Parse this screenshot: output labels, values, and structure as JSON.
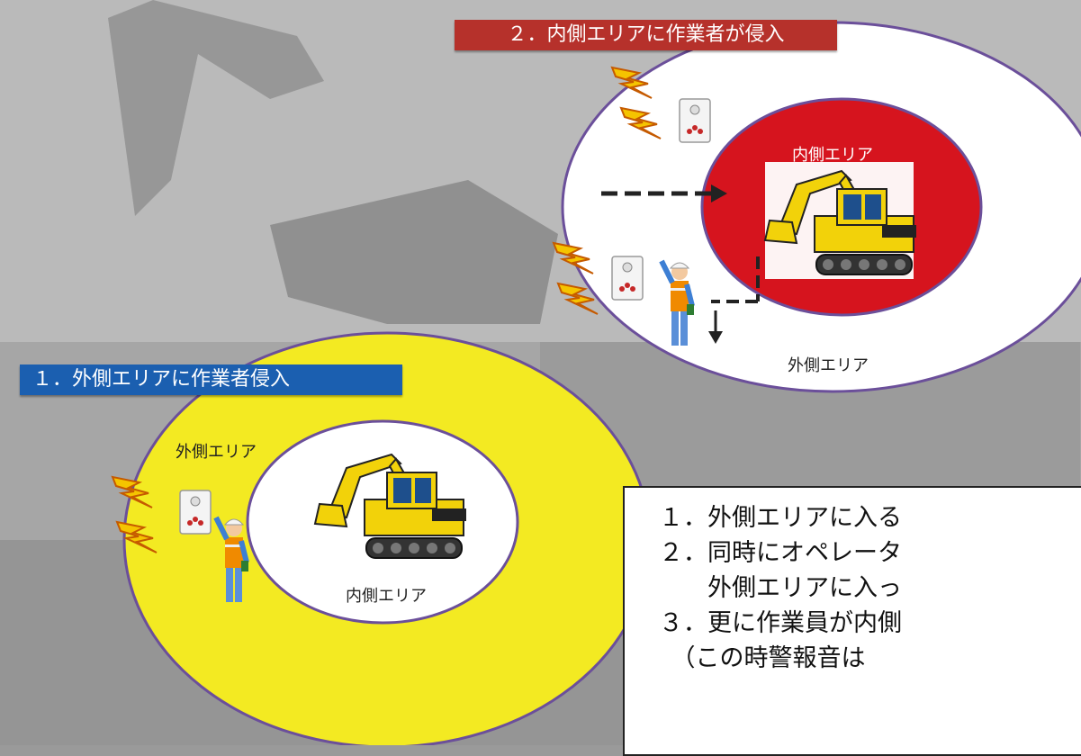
{
  "banners": {
    "step1": "１．外側エリアに作業者侵入",
    "step2": "２．内側エリアに作業者が侵入"
  },
  "diagram1": {
    "outer_label": "外側エリア",
    "inner_label": "内側エリア"
  },
  "diagram2": {
    "inner_label": "内側エリア",
    "outer_label": "外側エリア"
  },
  "description": {
    "line1": "１．外側エリアに入る",
    "line2": "２．同時にオペレータ",
    "line3": "　　外側エリアに入っ",
    "line4": "３．更に作業員が内側",
    "line5": "　（この時警報音は"
  },
  "colors": {
    "outer_zone_1": "#f3ea22",
    "inner_zone_2": "#d6141e",
    "zone_border": "#6b4f9a",
    "excavator": "#f2d20a",
    "banner_blue": "#1b5fb0",
    "banner_red": "#b6312b"
  },
  "icons": [
    "excavator-icon",
    "worker-icon",
    "alarm-device-icon",
    "lightning-icon",
    "arrow-icon"
  ]
}
